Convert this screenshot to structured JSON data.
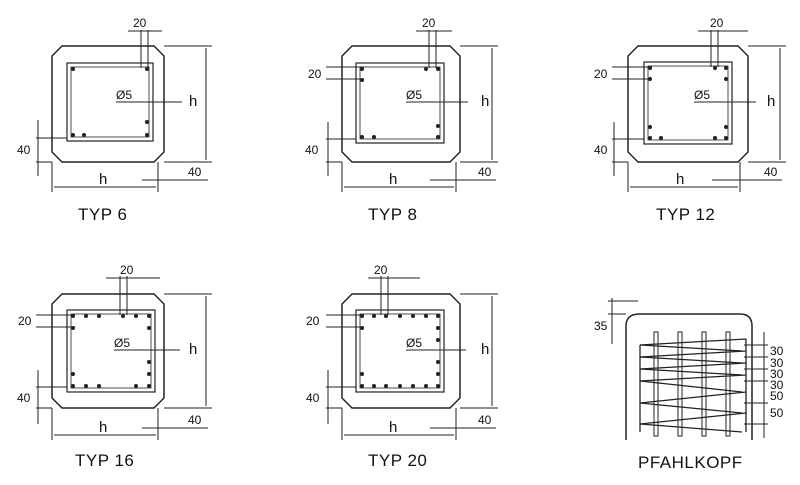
{
  "sections": [
    {
      "caption": "TYP 6",
      "labels": {
        "top": "20",
        "side": "",
        "bar": "Ø5",
        "height": "h",
        "bottom": "40",
        "width": "h",
        "right": "40"
      }
    },
    {
      "caption": "TYP 8",
      "labels": {
        "top": "20",
        "side": "20",
        "bar": "Ø5",
        "height": "h",
        "bottom": "40",
        "width": "h",
        "right": "40"
      }
    },
    {
      "caption": "TYP 12",
      "labels": {
        "top": "20",
        "side": "20",
        "bar": "Ø5",
        "height": "h",
        "bottom": "40",
        "width": "h",
        "right": "40"
      }
    },
    {
      "caption": "TYP 16",
      "labels": {
        "top": "20",
        "side": "20",
        "bar": "Ø5",
        "height": "h",
        "bottom": "40",
        "width": "h",
        "right": "40"
      }
    },
    {
      "caption": "TYP 20",
      "labels": {
        "top": "20",
        "side": "20",
        "bar": "Ø5",
        "height": "h",
        "bottom": "40",
        "width": "h",
        "right": "40"
      }
    }
  ],
  "pile_head": {
    "caption": "PFAHLKOPF",
    "cover": "35",
    "spacings": [
      "30",
      "30",
      "30",
      "30",
      "50",
      "50"
    ]
  }
}
